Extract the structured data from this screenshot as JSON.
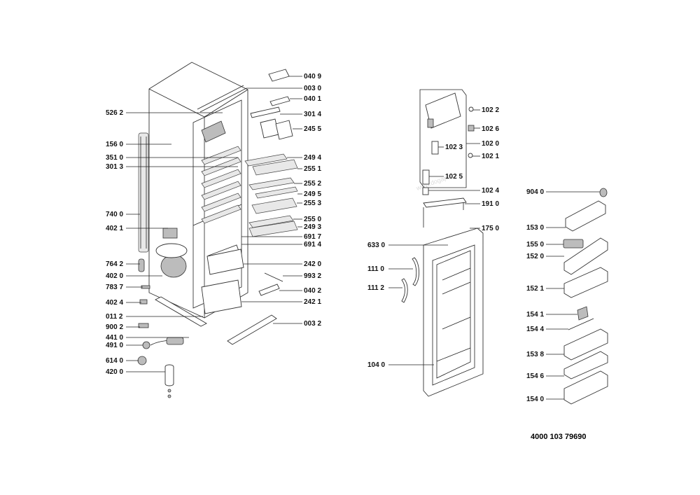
{
  "document_number": "4000 103 79690",
  "watermark": "www.dogapa",
  "labels": {
    "p0409": "040 9",
    "p0030": "003 0",
    "p0401": "040 1",
    "p3014": "301 4",
    "p2465": "245 5",
    "p5262": "526 2",
    "p1560": "156 0",
    "p2494": "249 4",
    "p3510": "351 0",
    "p3013": "301 3",
    "p2551": "255 1",
    "p2552": "255 2",
    "p2495": "249 5",
    "p2553": "255 3",
    "p7400": "740 0",
    "p2550": "255 0",
    "p4021": "402 1",
    "p2493": "249 3",
    "p6917": "691 7",
    "p6914": "691 4",
    "p7642": "764 2",
    "p2420": "242 0",
    "p4020": "402 0",
    "p9932": "993 2",
    "p7837": "783 7",
    "p0402": "040 2",
    "p4024": "402 4",
    "p2421": "242 1",
    "p0112": "011 2",
    "p9002": "900 2",
    "p0032": "003 2",
    "p4410": "441 0",
    "p4910": "491 0",
    "p6140": "614 0",
    "p4200": "420 0",
    "p1022": "102 2",
    "p1026": "102 6",
    "p1020": "102 0",
    "p1023": "102 3",
    "p1021": "102 1",
    "p1025": "102 5",
    "p1024": "102 4",
    "p1910": "191 0",
    "p1750": "175 0",
    "p6330": "633 0",
    "p1110": "111 0",
    "p1112": "111 2",
    "p1040": "104 0",
    "p9040": "904 0",
    "p1530": "153 0",
    "p1550": "155 0",
    "p1520": "152 0",
    "p1521": "152 1",
    "p1541": "154 1",
    "p1544": "154 4",
    "p1538": "153 8",
    "p1546": "154 6",
    "p1540": "154 0"
  }
}
